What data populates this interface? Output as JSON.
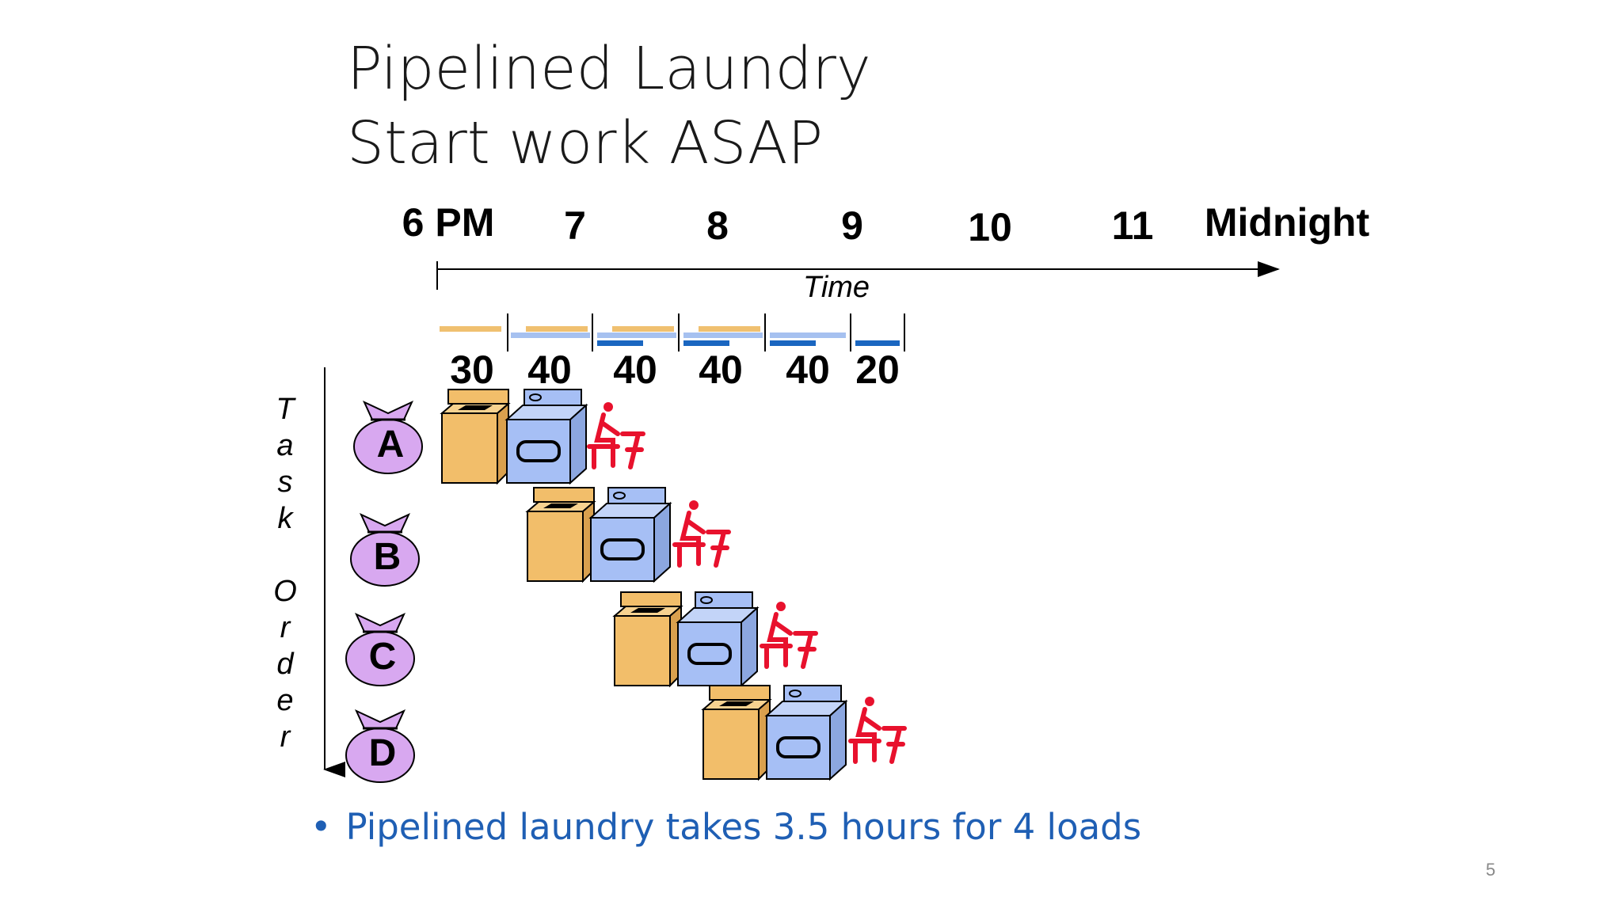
{
  "title": {
    "line1": "Pipelined Laundry",
    "line2": "Start work ASAP"
  },
  "time_labels": [
    "6 PM",
    "7",
    "8",
    "9",
    "10",
    "11",
    "Midnight"
  ],
  "axis_caption": "Time",
  "durations": [
    "30",
    "40",
    "40",
    "40",
    "40",
    "20"
  ],
  "order_label": "Task Order",
  "order_letters": [
    "T",
    "a",
    "s",
    "k",
    "O",
    "r",
    "d",
    "e",
    "r"
  ],
  "tasks": [
    "A",
    "B",
    "C",
    "D"
  ],
  "bullet": "Pipelined laundry takes 3.5 hours for 4 loads",
  "slide_number": "5",
  "colors": {
    "washer": "#f2be6a",
    "dryer": "#a6bff5",
    "folder": "#e8112d",
    "bag": "#d8a8f0",
    "seg_wash": "#f0c070",
    "seg_dry": "#a6c1f0",
    "seg_fold": "#1a66c0",
    "bullet_text": "#1f5fb4"
  }
}
